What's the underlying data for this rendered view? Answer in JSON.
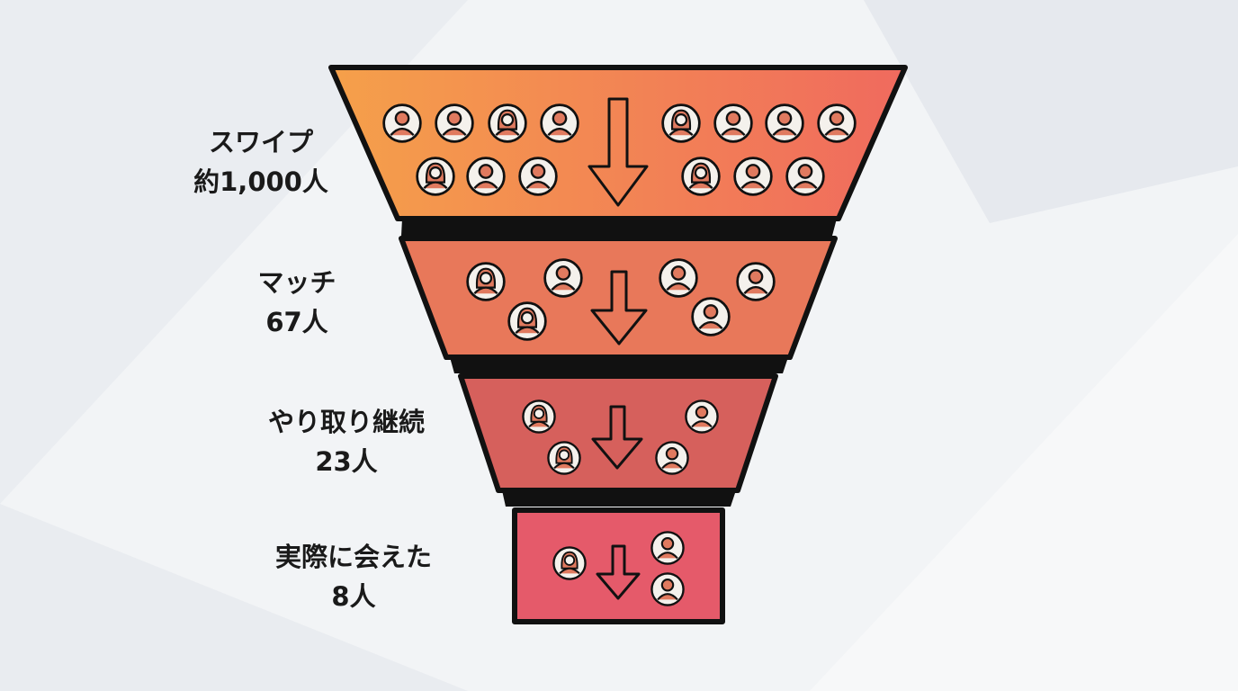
{
  "stages": [
    {
      "name": "スワイプ",
      "count": "約1,000人",
      "fill": "#f57f55",
      "grad": [
        "#f5a04a",
        "#f06a5e"
      ],
      "icons": [
        "male",
        "male",
        "female",
        "male",
        "female",
        "male",
        "male",
        "male",
        "female",
        "male",
        "male",
        "female",
        "male",
        "male"
      ]
    },
    {
      "name": "マッチ",
      "count": "67人",
      "fill": "#e8785a",
      "icons": [
        "female",
        "male",
        "male",
        "male",
        "female",
        "male"
      ]
    },
    {
      "name": "やり取り継続",
      "count": "23人",
      "fill": "#d6605c",
      "icons": [
        "female",
        "female",
        "male",
        "male"
      ]
    },
    {
      "name": "実際に会えた",
      "count": "8人",
      "fill": "#e55a6a",
      "icons": [
        "female",
        "male",
        "male"
      ]
    }
  ],
  "colors": {
    "outline": "#111111",
    "icon_face": "#f4f1ec",
    "icon_person": "#e07a5f"
  }
}
